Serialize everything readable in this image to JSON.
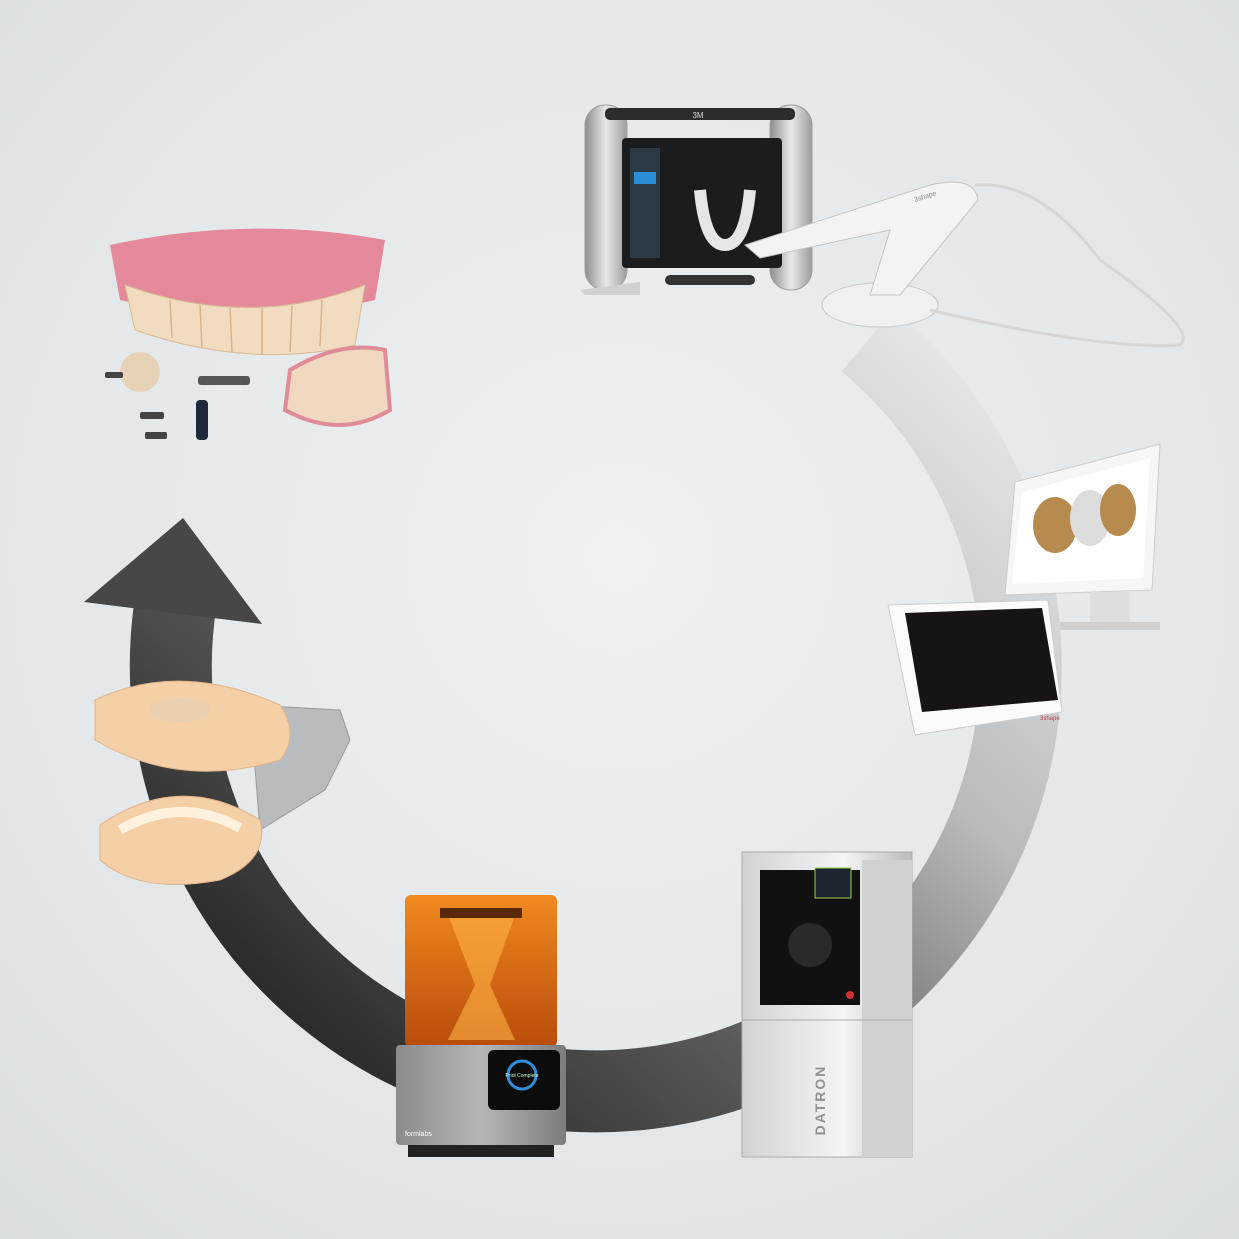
{
  "scanner": {
    "brand": "3M",
    "wand_brand": "3shape"
  },
  "design_station": {
    "brand": "3shape"
  },
  "printer": {
    "screen_text": "Print Complete",
    "brand": "formlabs"
  },
  "mill": {
    "brand": "DATRON"
  },
  "colors": {
    "arrow_dark": "#2e2e2e",
    "arrow_light": "#e4e7e9",
    "printer_orange": "#e8801c",
    "gum_pink": "#e58a9a",
    "tooth_ivory": "#f2dcc0",
    "model_peach": "#f5cfa6"
  }
}
